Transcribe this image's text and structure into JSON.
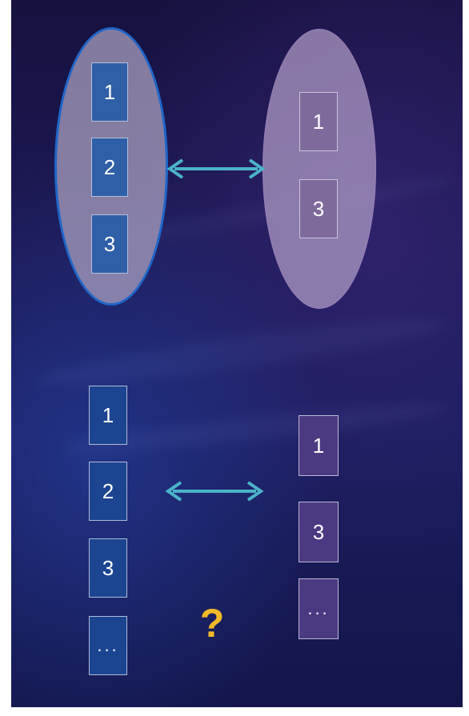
{
  "top_group": {
    "left_set": [
      "1",
      "2",
      "3"
    ],
    "right_set": [
      "1",
      "3"
    ]
  },
  "bottom_group": {
    "left_list": [
      "1",
      "2",
      "3",
      "..."
    ],
    "right_list": [
      "1",
      "3",
      "..."
    ],
    "question_mark": "?"
  },
  "colors": {
    "arrow": "#4bb3c9",
    "left_ellipse_border": "#1f66c9",
    "question_mark": "#f0b92a"
  },
  "icons": {
    "arrows": "double-headed-arrow"
  }
}
